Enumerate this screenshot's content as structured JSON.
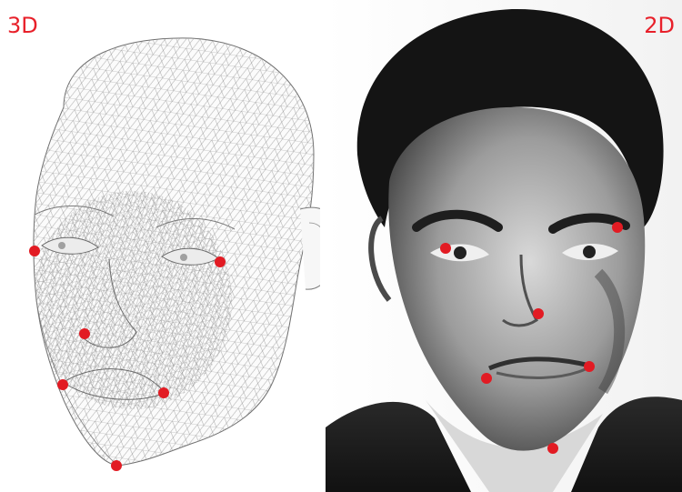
{
  "panels": {
    "left": {
      "label": "3D",
      "image": "wireframe-head-mesh"
    },
    "right": {
      "label": "2D",
      "image": "portrait-photo-grayscale"
    }
  },
  "landmark_color": "#e21b23",
  "landmarks_3d": [
    "right-eye-corner",
    "left-eye-corner",
    "nose-tip",
    "mouth-corner-right",
    "mouth-corner-left",
    "chin"
  ],
  "landmarks_2d": [
    "right-eye-corner",
    "left-eye-corner",
    "nose-tip",
    "mouth-corner-right",
    "mouth-corner-left",
    "chin"
  ]
}
